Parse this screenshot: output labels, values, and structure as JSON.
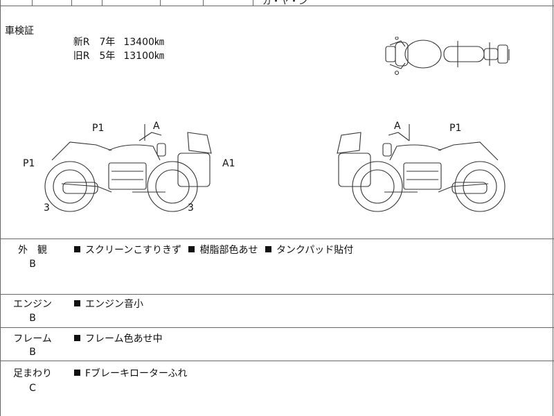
{
  "top": {
    "partial_text": "ガ・ヤ・ン"
  },
  "inspection": {
    "label": "車検証",
    "rows": [
      {
        "kind": "新R",
        "year": "7年",
        "km": "13400㎞"
      },
      {
        "kind": "旧R",
        "year": "5年",
        "km": "13100㎞"
      }
    ]
  },
  "diagram_labels": {
    "left_p1_top": "P1",
    "left_a": "A",
    "left_p1_side": "P1",
    "left_a1": "A1",
    "left_3_front": "3",
    "left_3_rear": "3",
    "right_a": "A",
    "right_p1": "P1"
  },
  "sections": [
    {
      "head": "外　観",
      "grade": "B",
      "notes": [
        "スクリーンこすりきず",
        "樹脂部色あせ",
        "タンクパッド貼付"
      ]
    },
    {
      "head": "エンジン",
      "grade": "B",
      "notes": [
        "エンジン音小"
      ]
    },
    {
      "head": "フレーム",
      "grade": "B",
      "notes": [
        "フレーム色あせ中"
      ]
    },
    {
      "head": "足まわり",
      "grade": "C",
      "notes": [
        "Fブレーキローターふれ"
      ]
    }
  ]
}
